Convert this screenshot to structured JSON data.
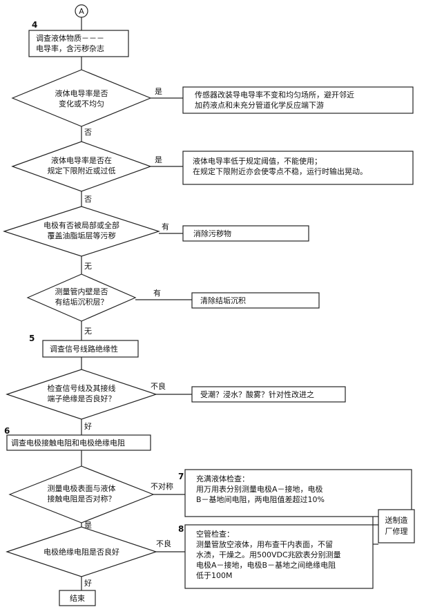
{
  "connector_label": "A",
  "step_numbers": {
    "s4": "4",
    "s5": "5",
    "s6": "6",
    "s7": "7",
    "s8": "8"
  },
  "boxes": {
    "b1": [
      "调查液体物质－－－",
      "电导率，含污秽杂志"
    ],
    "r1": [
      "传感器改装导电导率不变和均匀场所，避开邻近",
      "加药液点和未充分管道化学反应端下游"
    ],
    "r2": [
      "液体电导率低于规定阈值，不能使用；",
      "在规定下限附近亦会使零点不稳，运行时输出晃动。"
    ],
    "r3": [
      "消除污秽物"
    ],
    "r4": [
      "清除结垢沉积"
    ],
    "b5": [
      "调查信号线路绝缘性"
    ],
    "r5": [
      "受潮？浸水？酸雾？针对性改进之"
    ],
    "b6": [
      "调查电极接触电阻和电极绝缘电阻"
    ],
    "r7": [
      "充满液体检查：",
      "用万用表分别测量电极A－接地，电极",
      "B－基地间电阻，两电阻值差超过10%"
    ],
    "r8": [
      "空管检查：",
      "测量管放空液体，用布查干内表面，不留",
      "水渍，干燥之。用500VDC兆欧表分别测量",
      "电极A－接地，电极B－基地之间绝缘电阻",
      "低于100M"
    ],
    "factory": [
      "送制造",
      "厂修理"
    ],
    "end": [
      "结束"
    ]
  },
  "decisions": {
    "d1": [
      "液体电导率是否",
      "变化或不均匀"
    ],
    "d2": [
      "液体电导率是否在",
      "规定下限附近或过低"
    ],
    "d3": [
      "电极有否被局部或全部",
      "覆盖油脂垢层等污秽"
    ],
    "d4": [
      "测量管内壁是否",
      "有结垢沉积层？"
    ],
    "d5": [
      "检查信号线及其接线",
      "端子绝缘是否良好？"
    ],
    "d7": [
      "测量电极表面与液体",
      "接触电阻是否对称？"
    ],
    "d8": [
      "电极绝缘电阻是否良好"
    ]
  },
  "edge_labels": {
    "d1_yes": "是",
    "d1_no": "否",
    "d2_yes": "是",
    "d2_no": "否",
    "d3_yes": "有",
    "d3_no": "无",
    "d4_yes": "有",
    "d4_no": "无",
    "d5_bad": "不良",
    "d5_good": "好",
    "d7_asym": "不对称",
    "d7_yes": "是",
    "d8_bad": "不良",
    "d8_good": "好"
  }
}
